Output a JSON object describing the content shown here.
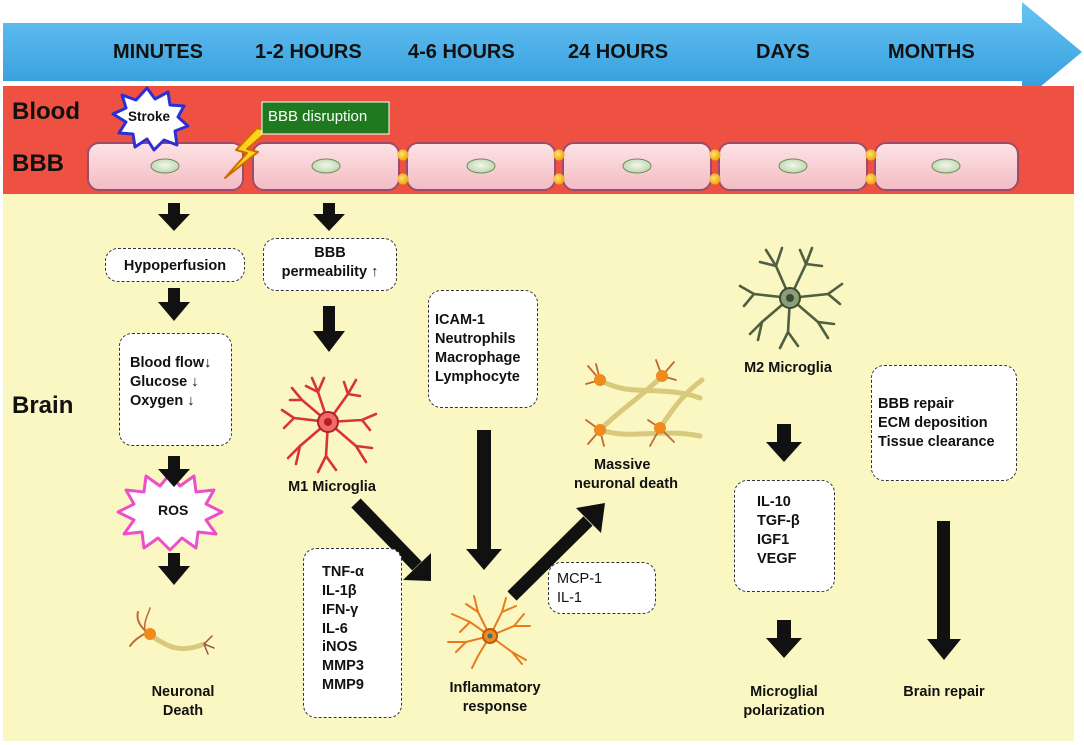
{
  "timeline": {
    "stages": [
      "MINUTES",
      "1-2 HOURS",
      "4-6 HOURS",
      "24 HOURS",
      "DAYS",
      "MONTHS"
    ],
    "arrow_color": "#3ba8e6"
  },
  "compartments": {
    "blood": "Blood",
    "bbb": "BBB",
    "brain": "Brain",
    "blood_color": "#ee5141",
    "brain_color": "#fbf7c2"
  },
  "events": {
    "stroke": "Stroke",
    "bbb_disruption": "BBB disruption"
  },
  "boxes": {
    "hypoperfusion": "Hypoperfusion",
    "bbb_permeability": [
      "BBB",
      "permeability ↑"
    ],
    "blood_changes": [
      "Blood flow↓",
      "Glucose ↓",
      "Oxygen ↓"
    ],
    "ros": "ROS",
    "cells_recruited": [
      "ICAM-1",
      "Neutrophils",
      "Macrophage",
      "Lymphocyte"
    ],
    "cytokines_m1": [
      "TNF-α",
      "IL-1β",
      "IFN-γ",
      "IL-6",
      "iNOS",
      "MMP3",
      "MMP9"
    ],
    "chemokines": [
      "MCP-1",
      "IL-1"
    ],
    "cytokines_m2": [
      "IL-10",
      "TGF-β",
      "IGF1",
      "VEGF"
    ],
    "repair_processes": [
      "BBB repair",
      "ECM deposition",
      "Tissue clearance"
    ]
  },
  "labels": {
    "neuronal_death": [
      "Neuronal",
      "Death"
    ],
    "m1_microglia": "M1 Microglia",
    "inflammatory_response": [
      "Inflammatory",
      "response"
    ],
    "massive_death": [
      "Massive",
      "neuronal death"
    ],
    "m2_microglia": "M2 Microglia",
    "microglial_polarization": [
      "Microglial",
      "polarization"
    ],
    "brain_repair": "Brain repair"
  },
  "icons": [
    "stroke-burst-icon",
    "lightning-icon",
    "ros-burst-icon",
    "neuron-icon",
    "m1-microglia-icon",
    "m2-microglia-icon",
    "neuron-cluster-icon",
    "inflammatory-neuron-icon"
  ]
}
